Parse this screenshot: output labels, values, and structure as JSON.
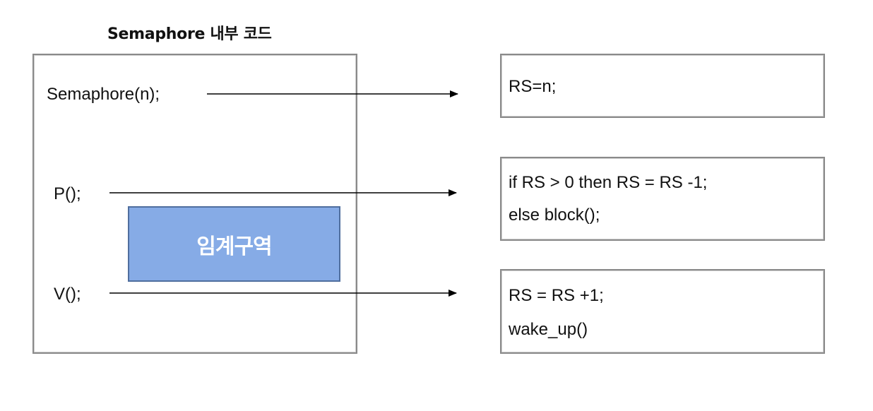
{
  "title": "Semaphore 내부 코드",
  "calls": {
    "semaphore": "Semaphore(n);",
    "p": "P();",
    "v": "V();"
  },
  "critical_section": {
    "label": "임계구역",
    "color": "#86abe6"
  },
  "code": {
    "semaphore": [
      "RS=n;"
    ],
    "p": [
      "if RS > 0 then RS = RS -1;",
      "else block();"
    ],
    "v": [
      "RS = RS +1;",
      "wake_up()"
    ]
  },
  "colors": {
    "box_border": "#8a8a8a",
    "arrow": "#000000"
  }
}
